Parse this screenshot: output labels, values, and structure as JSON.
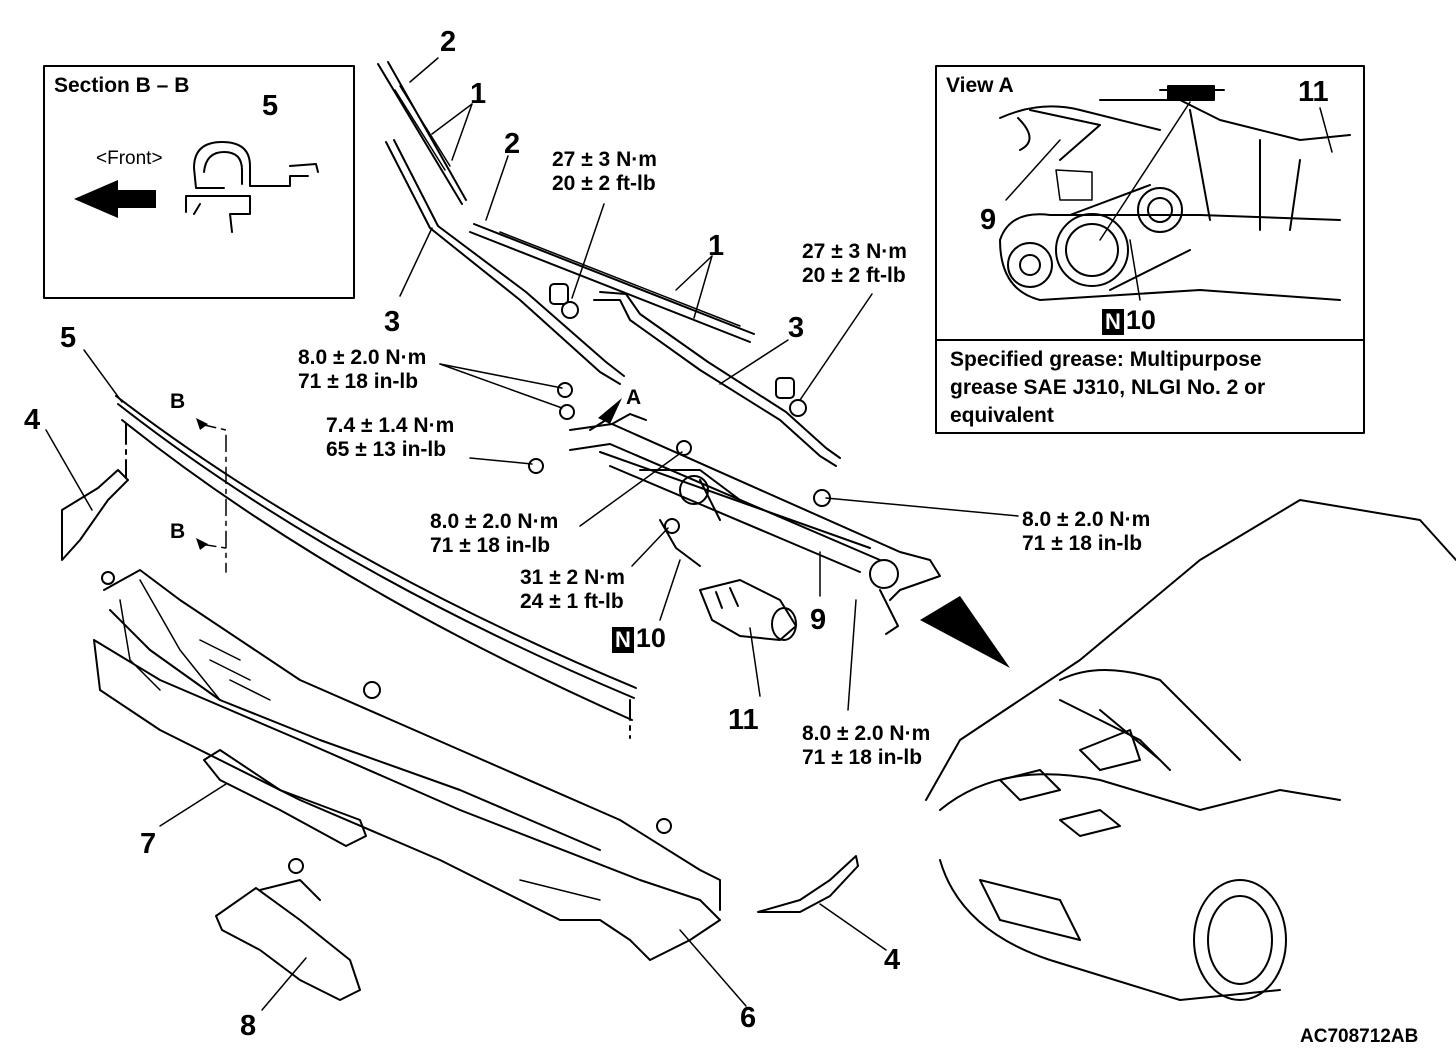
{
  "section_bb": {
    "title": "Section B – B",
    "front_label": "<Front>",
    "part": "5"
  },
  "view_a": {
    "title": "View A",
    "parts": [
      "11",
      "9"
    ],
    "grease_symbol": "N",
    "grease_number": "10",
    "note_lines": [
      "Specified grease: Multipurpose",
      "grease SAE J310, NLGI No. 2 or",
      "equivalent"
    ]
  },
  "callouts": [
    "2",
    "1",
    "2",
    "1",
    "3",
    "3",
    "5",
    "4",
    "B",
    "B",
    "A",
    "9",
    "11",
    "7",
    "8",
    "6",
    "4"
  ],
  "grease_callout": {
    "symbol": "N",
    "number": "10"
  },
  "torques": [
    {
      "metric": "27 ± 3 N·m",
      "imperial": "20 ± 2 ft-lb"
    },
    {
      "metric": "27 ± 3 N·m",
      "imperial": "20 ± 2 ft-lb"
    },
    {
      "metric": "8.0 ± 2.0 N·m",
      "imperial": "71 ± 18 in-lb"
    },
    {
      "metric": "7.4 ± 1.4 N·m",
      "imperial": "65 ± 13 in-lb"
    },
    {
      "metric": "8.0 ± 2.0 N·m",
      "imperial": "71 ± 18 in-lb"
    },
    {
      "metric": "8.0 ± 2.0 N·m",
      "imperial": "71 ± 18 in-lb"
    },
    {
      "metric": "31 ± 2 N·m",
      "imperial": "24 ± 1 ft-lb"
    },
    {
      "metric": "8.0 ± 2.0 N·m",
      "imperial": "71 ± 18 in-lb"
    }
  ],
  "figure_code": "AC708712AB"
}
